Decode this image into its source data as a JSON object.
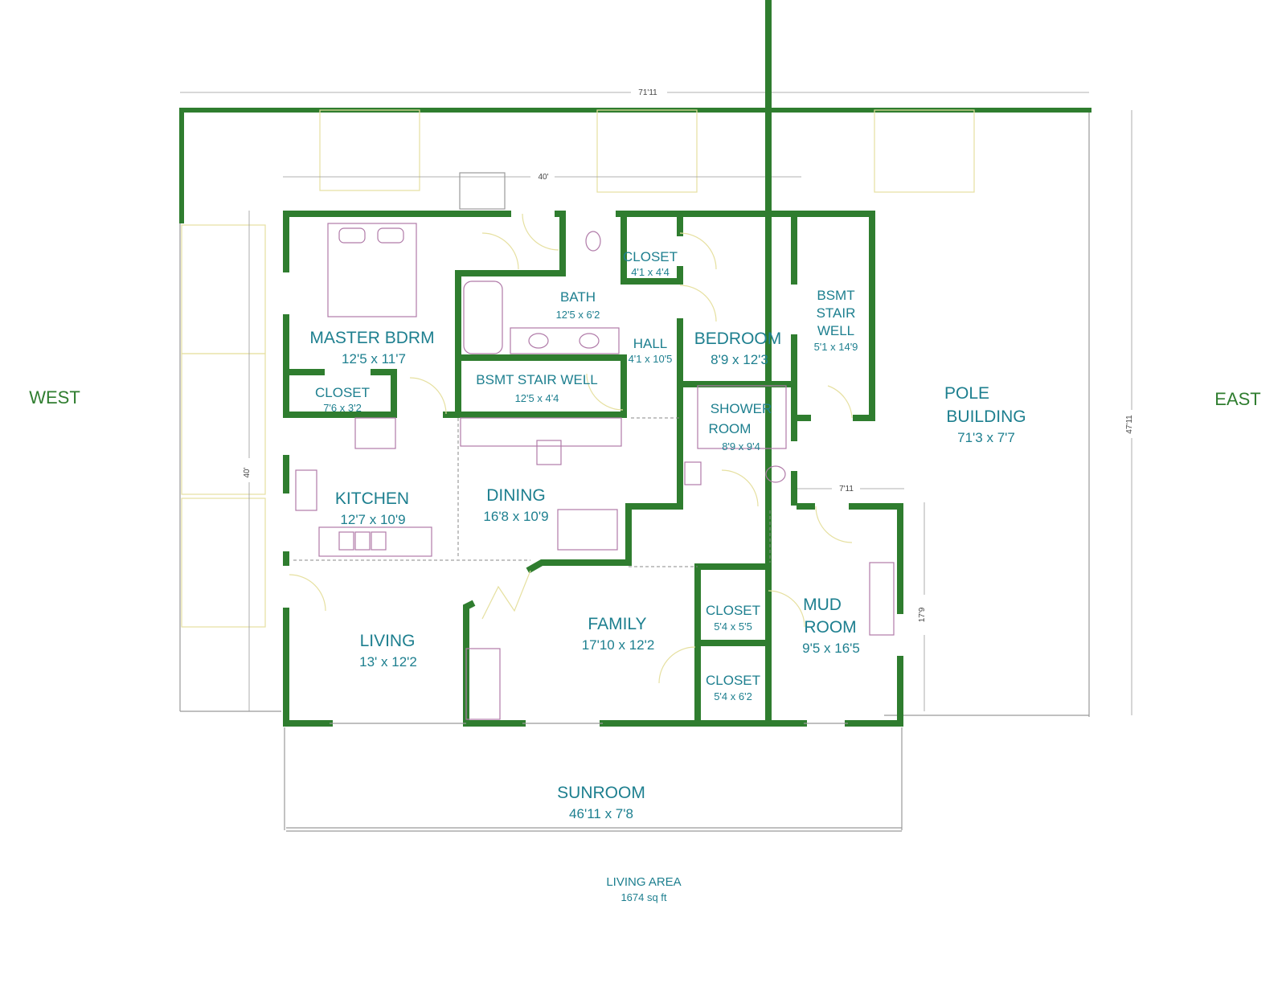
{
  "directions": {
    "west": "WEST",
    "east": "EAST"
  },
  "dimensions": {
    "overall_width": "71'11",
    "house_width": "40'",
    "house_depth": "40'",
    "overall_depth": "47'11",
    "mud_offset": "7'11",
    "mud_depth": "17'9"
  },
  "rooms": [
    {
      "name": "MASTER BDRM",
      "size": "12'5 x 11'7"
    },
    {
      "name": "CLOSET",
      "size": "7'6 x 3'2"
    },
    {
      "name": "BATH",
      "size": "12'5 x 6'2"
    },
    {
      "name": "BSMT STAIR WELL",
      "size": "12'5 x 4'4"
    },
    {
      "name": "CLOSET",
      "size": "4'1 x 4'4"
    },
    {
      "name": "HALL",
      "size": "4'1 x 10'5"
    },
    {
      "name": "BEDROOM",
      "size": "8'9 x 12'3"
    },
    {
      "name_lines": [
        "BSMT",
        "STAIR",
        "WELL"
      ],
      "size": "5'1 x 14'9"
    },
    {
      "name_lines": [
        "SHOWER",
        "ROOM"
      ],
      "size": "8'9 x 9'4"
    },
    {
      "name": "KITCHEN",
      "size": "12'7 x 10'9"
    },
    {
      "name": "DINING",
      "size": "16'8 x 10'9"
    },
    {
      "name": "LIVING",
      "size": "13' x 12'2"
    },
    {
      "name": "FAMILY",
      "size": "17'10 x 12'2"
    },
    {
      "name": "CLOSET",
      "size": "5'4 x 5'5"
    },
    {
      "name": "CLOSET",
      "size": "5'4 x 6'2"
    },
    {
      "name_lines": [
        "MUD",
        "ROOM"
      ],
      "size": "9'5 x 16'5"
    },
    {
      "name": "SUNROOM",
      "size": "46'11 x 7'8"
    },
    {
      "name_lines": [
        "POLE",
        "BUILDING"
      ],
      "size": "71'3 x 7'7"
    }
  ],
  "living_area": {
    "label": "LIVING AREA",
    "value": "1674 sq ft"
  },
  "colors": {
    "wall": "#2f7d2f",
    "label": "#1d7f8f"
  }
}
